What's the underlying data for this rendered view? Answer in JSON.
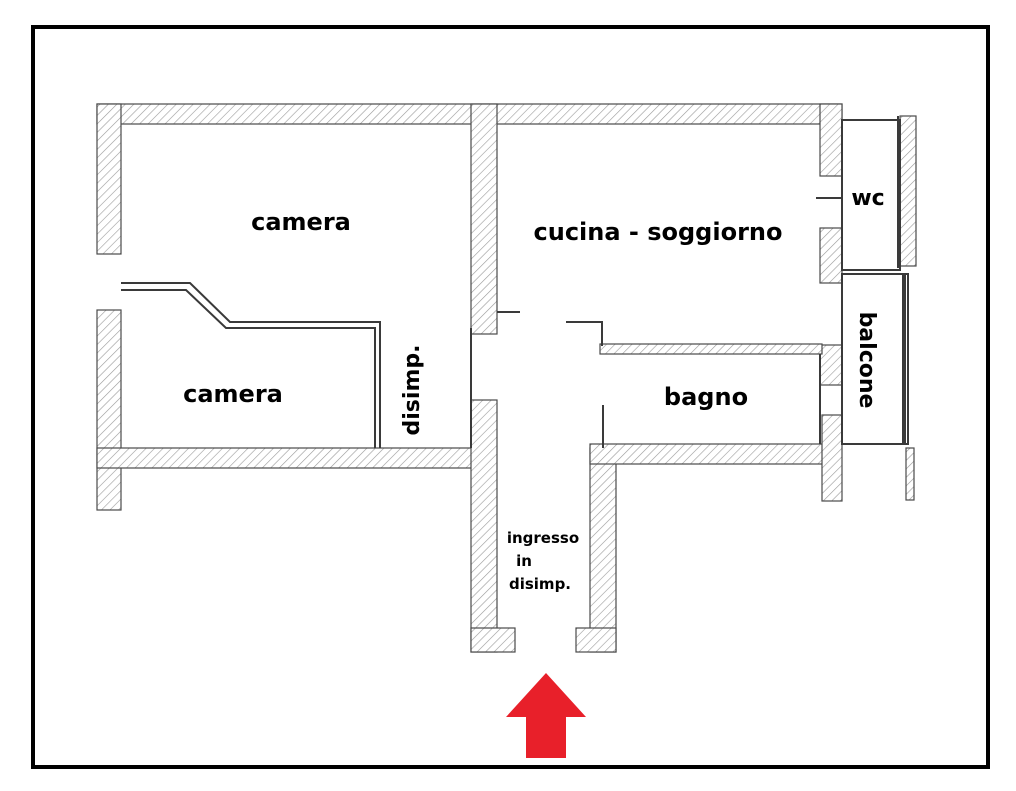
{
  "rooms": {
    "camera_top": "camera",
    "camera_bottom": "camera",
    "cucina": "cucina - soggiorno",
    "wc": "wc",
    "disimp": "disimp.",
    "bagno": "bagno",
    "balcone": "balcone",
    "ingresso": [
      "ingresso",
      "in",
      "disimp."
    ]
  },
  "colors": {
    "wall_fill": "#ffffff",
    "wall_hatch": "#9a9a9a",
    "wall_stroke": "#4a4a4a",
    "arrow": "#e8202a",
    "frame": "#000000"
  },
  "icons": {
    "entrance_arrow": "arrow-up-icon"
  }
}
